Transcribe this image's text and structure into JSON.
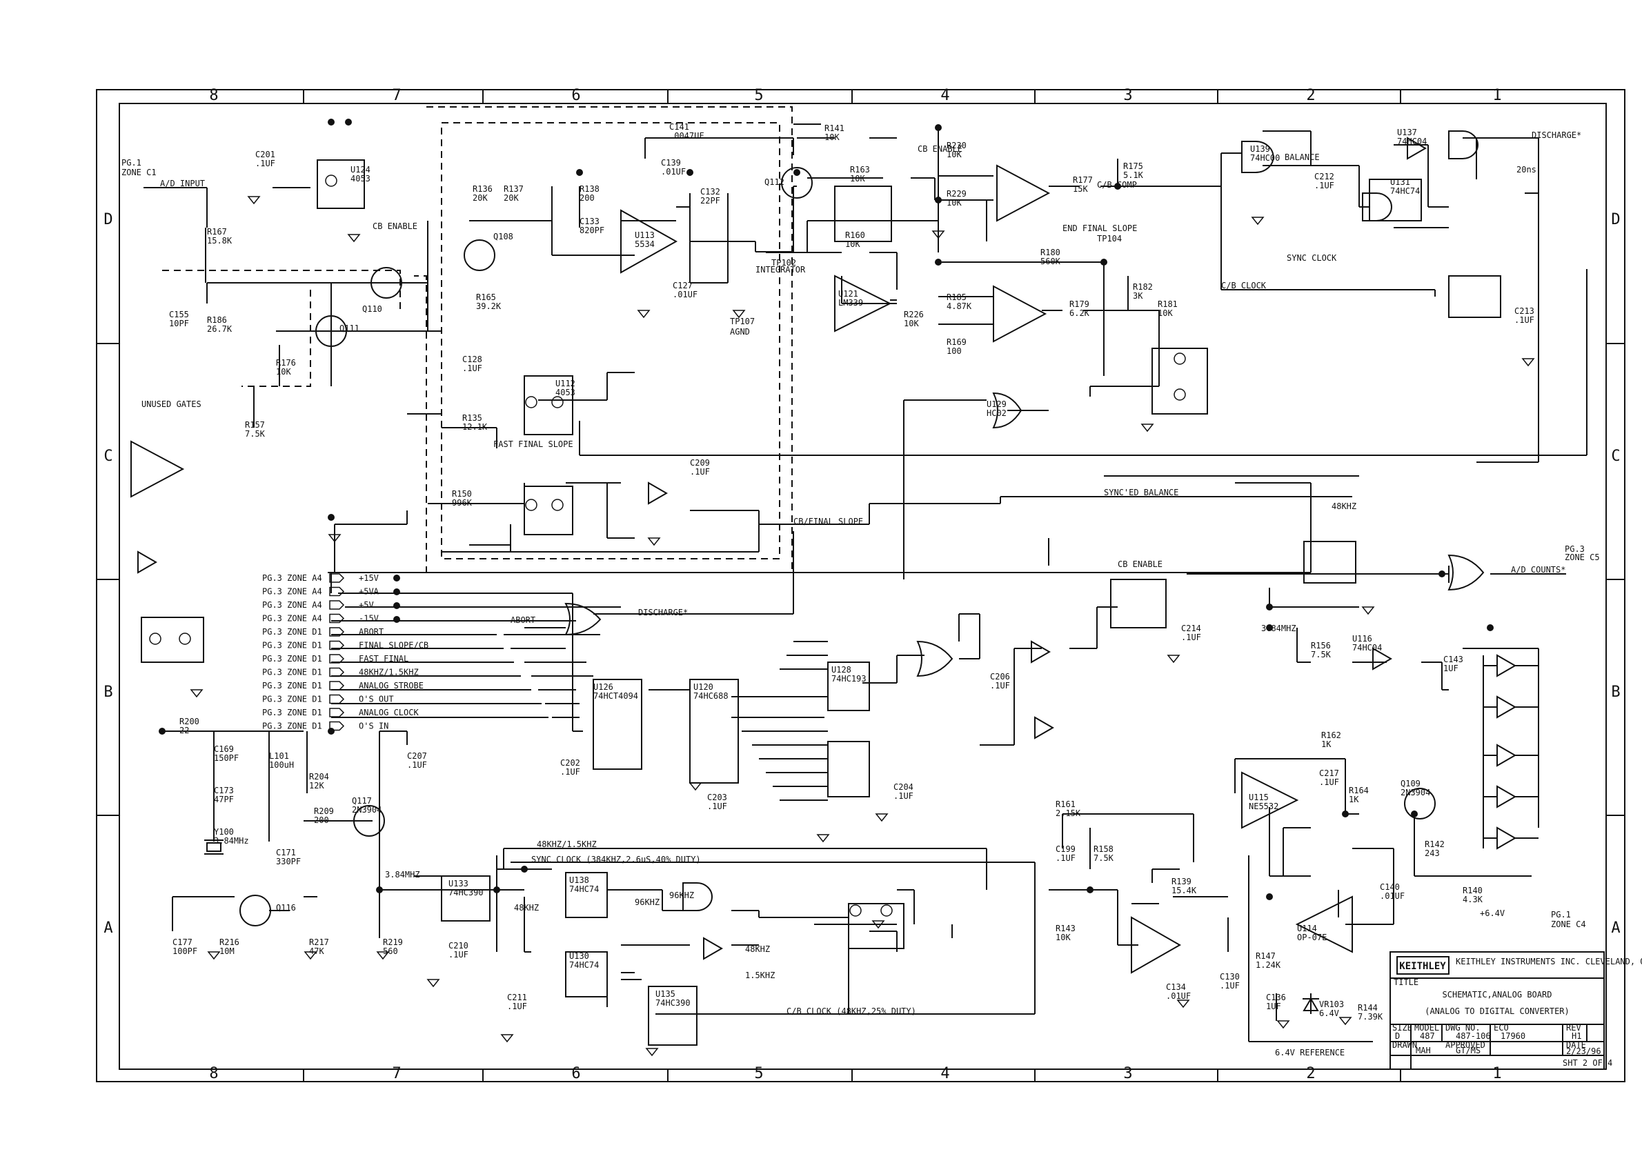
{
  "border": {
    "zones_top": [
      "8",
      "7",
      "6",
      "5",
      "4",
      "3",
      "2",
      "1"
    ],
    "zones_bottom": [
      "8",
      "7",
      "6",
      "5",
      "4",
      "3",
      "2",
      "1"
    ],
    "zones_side": [
      "D",
      "C",
      "B",
      "A"
    ]
  },
  "title_block": {
    "logo": "KEITHLEY",
    "company": "KEITHLEY INSTRUMENTS INC. CLEVELAND, OHIO 44139",
    "title_label": "TITLE",
    "title_line1": "SCHEMATIC,ANALOG BOARD",
    "title_line2": "(ANALOG TO DIGITAL CONVERTER)",
    "size_label": "SIZE",
    "size": "D",
    "model_label": "MODEL",
    "model": "487",
    "dwg_label": "DWG NO.",
    "dwg": "487-106",
    "eco_label": "ECO",
    "eco": "17960",
    "rev_label": "REV",
    "rev": "H1",
    "drawn_label": "DRAWN",
    "drawn": "MAH",
    "approved_label": "APPROVED",
    "approved": "GT/MS",
    "date_label": "DATE",
    "date": "2/23/96",
    "sheet": "SHT 2 OF 4"
  },
  "page_refs": [
    "PG.3 ZONE A4",
    "PG.3 ZONE A4",
    "PG.3 ZONE A4",
    "PG.3 ZONE A4",
    "PG.3 ZONE D1",
    "PG.3 ZONE D1",
    "PG.3 ZONE D1",
    "PG.3 ZONE D1",
    "PG.3 ZONE D1",
    "PG.3 ZONE D1",
    "PG.3 ZONE D1",
    "PG.3 ZONE D1"
  ],
  "signals": [
    "+15V",
    "+5VA",
    "+5V",
    "-15V",
    "ABORT",
    "FINAL SLOPE/CB",
    "FAST FINAL",
    "48KHZ/1.5KHZ",
    "ANALOG STROBE",
    "O'S OUT",
    "ANALOG CLOCK",
    "O'S IN"
  ],
  "nets": {
    "ad_input_ref": "PG.1",
    "ad_input_zone": "ZONE C1",
    "ad_input": "A/D INPUT",
    "cb_enable": "CB ENABLE",
    "fast_final_slope": "FAST FINAL SLOPE",
    "cb_final_slope": "CB/FINAL SLOPE",
    "discharge": "DISCHARGE*",
    "abort": "ABORT",
    "cb_comp": "C/B COMP",
    "end_final_slope": "END FINAL SLOPE",
    "tp104": "TP104",
    "balance": "BALANCE",
    "sync_clock": "SYNC CLOCK",
    "cb_clock": "C/B CLOCK",
    "synced_balance": "SYNC'ED BALANCE",
    "khz48": "48KHZ",
    "discharge_top": "DISCHARGE*",
    "ns20": "20ns",
    "ad_counts": "A/D COUNTS*",
    "ad_counts_ref": "PG.3",
    "ad_counts_zone": "ZONE C5",
    "mhz384": "3.84MHZ",
    "mhz384b": "3.84MHZ",
    "sync_clock_note": "SYNC CLOCK (384KHZ,2.6uS,40% DUTY)",
    "khz48_15": "48KHZ/1.5KHZ",
    "cb_clock_note": "C/B CLOCK (48KHZ,25% DUTY)",
    "ref64": "+6.4V",
    "ref64_ref": "PG.1",
    "ref64_zone": "ZONE C4",
    "ref64_label": "6.4V REFERENCE",
    "unused_gates": "UNUSED GATES",
    "integrator": "INTEGRATOR",
    "tp102": "TP102",
    "tp107": "TP107",
    "agnd": "AGND",
    "khz96": "96KHZ",
    "khz96b": "96KHZ",
    "khz48b": "48KHZ",
    "khz15": "1.5KHZ",
    "khz48c": "48KHZ",
    "cb_enable2": "CB ENABLE",
    "cb_enable3": "CB ENABLE"
  },
  "components": [
    {
      "ref": "C201",
      "value": ".1UF"
    },
    {
      "ref": "U124",
      "value": "4053"
    },
    {
      "ref": "R167",
      "value": "15.8K"
    },
    {
      "ref": "C155",
      "value": "10PF"
    },
    {
      "ref": "R186",
      "value": "26.7K"
    },
    {
      "ref": "R176",
      "value": "10K"
    },
    {
      "ref": "R157",
      "value": "7.5K"
    },
    {
      "ref": "Q110",
      "value": ""
    },
    {
      "ref": "Q111",
      "value": ""
    },
    {
      "ref": "Q108",
      "value": ""
    },
    {
      "ref": "R136",
      "value": "20K"
    },
    {
      "ref": "R137",
      "value": "20K"
    },
    {
      "ref": "R165",
      "value": "39.2K"
    },
    {
      "ref": "R138",
      "value": "200"
    },
    {
      "ref": "C133",
      "value": "820PF"
    },
    {
      "ref": "C141",
      "value": ".0047UF"
    },
    {
      "ref": "C139",
      "value": ".01UF"
    },
    {
      "ref": "U113",
      "value": "5534"
    },
    {
      "ref": "C132",
      "value": "22PF"
    },
    {
      "ref": "C127",
      "value": ".01UF"
    },
    {
      "ref": "R141",
      "value": "10K"
    },
    {
      "ref": "Q112",
      "value": ""
    },
    {
      "ref": "R163",
      "value": "10K"
    },
    {
      "ref": "R160",
      "value": "10K"
    },
    {
      "ref": "U121",
      "value": "LM339"
    },
    {
      "ref": "R226",
      "value": "10K"
    },
    {
      "ref": "R230",
      "value": "10K"
    },
    {
      "ref": "R229",
      "value": "10K"
    },
    {
      "ref": "R185",
      "value": "4.87K"
    },
    {
      "ref": "R169",
      "value": "100"
    },
    {
      "ref": "R180",
      "value": "560K"
    },
    {
      "ref": "R179",
      "value": "6.2K"
    },
    {
      "ref": "R182",
      "value": "3K"
    },
    {
      "ref": "R181",
      "value": "10K"
    },
    {
      "ref": "R175",
      "value": "5.1K"
    },
    {
      "ref": "R177",
      "value": "15K"
    },
    {
      "ref": "U129",
      "value": "HC02"
    },
    {
      "ref": "U139",
      "value": "74HC00"
    },
    {
      "ref": "C212",
      "value": ".1UF"
    },
    {
      "ref": "U137",
      "value": "74HC04"
    },
    {
      "ref": "U131",
      "value": "74HC74"
    },
    {
      "ref": "C213",
      "value": ".1UF"
    },
    {
      "ref": "C128",
      "value": ".1UF"
    },
    {
      "ref": "U112",
      "value": "4053"
    },
    {
      "ref": "R135",
      "value": "12.1K"
    },
    {
      "ref": "R150",
      "value": "996K"
    },
    {
      "ref": "C209",
      "value": ".1UF"
    },
    {
      "ref": "U126",
      "value": "74HCT4094"
    },
    {
      "ref": "U120",
      "value": "74HC688"
    },
    {
      "ref": "U128",
      "value": "74HC193"
    },
    {
      "ref": "C202",
      "value": ".1UF"
    },
    {
      "ref": "C203",
      "value": ".1UF"
    },
    {
      "ref": "C204",
      "value": ".1UF"
    },
    {
      "ref": "C206",
      "value": ".1UF"
    },
    {
      "ref": "C214",
      "value": ".1UF"
    },
    {
      "ref": "R156",
      "value": "7.5K"
    },
    {
      "ref": "U116",
      "value": "74HC04"
    },
    {
      "ref": "C143",
      "value": "1UF"
    },
    {
      "ref": "R162",
      "value": "1K"
    },
    {
      "ref": "C217",
      "value": ".1UF"
    },
    {
      "ref": "U115",
      "value": "NE5532"
    },
    {
      "ref": "R164",
      "value": "1K"
    },
    {
      "ref": "Q109",
      "value": "2N3904"
    },
    {
      "ref": "R161",
      "value": "2.15K"
    },
    {
      "ref": "C199",
      "value": ".1UF"
    },
    {
      "ref": "R158",
      "value": "7.5K"
    },
    {
      "ref": "R140",
      "value": "4.3K"
    },
    {
      "ref": "R142",
      "value": "243"
    },
    {
      "ref": "C140",
      "value": ".01UF"
    },
    {
      "ref": "R139",
      "value": "15.4K"
    },
    {
      "ref": "R143",
      "value": "10K"
    },
    {
      "ref": "C134",
      "value": ".01UF"
    },
    {
      "ref": "C130",
      "value": ".1UF"
    },
    {
      "ref": "R147",
      "value": "1.24K"
    },
    {
      "ref": "U114",
      "value": "OP-07E"
    },
    {
      "ref": "C136",
      "value": "1UF"
    },
    {
      "ref": "VR103",
      "value": "6.4V"
    },
    {
      "ref": "R144",
      "value": "7.39K"
    },
    {
      "ref": "R200",
      "value": "22"
    },
    {
      "ref": "C169",
      "value": "150PF"
    },
    {
      "ref": "L101",
      "value": "100uH"
    },
    {
      "ref": "R204",
      "value": "12K"
    },
    {
      "ref": "C173",
      "value": "47PF"
    },
    {
      "ref": "Y100",
      "value": "3.84MHz"
    },
    {
      "ref": "C171",
      "value": "330PF"
    },
    {
      "ref": "R209",
      "value": "200"
    },
    {
      "ref": "Q117",
      "value": "2N3904"
    },
    {
      "ref": "C207",
      "value": ".1UF"
    },
    {
      "ref": "Q116",
      "value": ""
    },
    {
      "ref": "C177",
      "value": "100PF"
    },
    {
      "ref": "R216",
      "value": "10M"
    },
    {
      "ref": "R217",
      "value": "47K"
    },
    {
      "ref": "R219",
      "value": "560"
    },
    {
      "ref": "U133",
      "value": "74HC390"
    },
    {
      "ref": "C210",
      "value": ".1UF"
    },
    {
      "ref": "U138",
      "value": "74HC74"
    },
    {
      "ref": "U130",
      "value": "74HC74"
    },
    {
      "ref": "C211",
      "value": ".1UF"
    },
    {
      "ref": "U135",
      "value": "74HC390"
    }
  ]
}
